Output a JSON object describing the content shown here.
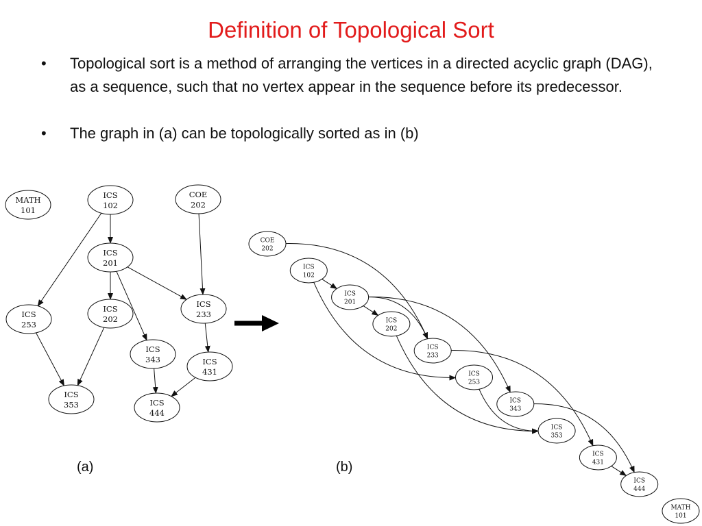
{
  "slide": {
    "title": "Definition of Topological Sort",
    "bullets": [
      "Topological sort is a method of arranging the vertices in a directed acyclic graph (DAG), as a sequence, such that no vertex appear in the sequence before its predecessor.",
      "The graph in (a) can be topologically sorted as in (b)"
    ]
  },
  "diagram": {
    "captions": {
      "a": "(a)",
      "b": "(b)"
    },
    "arrow_icon": "right-arrow-icon",
    "nodes": [
      {
        "id": "math101",
        "line1": "MATH",
        "line2": "101"
      },
      {
        "id": "ics102",
        "line1": "ICS",
        "line2": "102"
      },
      {
        "id": "coe202",
        "line1": "COE",
        "line2": "202"
      },
      {
        "id": "ics201",
        "line1": "ICS",
        "line2": "201"
      },
      {
        "id": "ics253",
        "line1": "ICS",
        "line2": "253"
      },
      {
        "id": "ics202",
        "line1": "ICS",
        "line2": "202"
      },
      {
        "id": "ics233",
        "line1": "ICS",
        "line2": "233"
      },
      {
        "id": "ics343",
        "line1": "ICS",
        "line2": "343"
      },
      {
        "id": "ics431",
        "line1": "ICS",
        "line2": "431"
      },
      {
        "id": "ics353",
        "line1": "ICS",
        "line2": "353"
      },
      {
        "id": "ics444",
        "line1": "ICS",
        "line2": "444"
      }
    ],
    "edges": [
      [
        "ics102",
        "ics201"
      ],
      [
        "ics102",
        "ics253"
      ],
      [
        "ics201",
        "ics202"
      ],
      [
        "ics201",
        "ics233"
      ],
      [
        "ics201",
        "ics343"
      ],
      [
        "coe202",
        "ics233"
      ],
      [
        "ics253",
        "ics353"
      ],
      [
        "ics202",
        "ics353"
      ],
      [
        "ics233",
        "ics431"
      ],
      [
        "ics343",
        "ics444"
      ],
      [
        "ics431",
        "ics444"
      ]
    ],
    "sorted_order": [
      "coe202",
      "ics102",
      "ics201",
      "ics202",
      "ics233",
      "ics253",
      "ics343",
      "ics353",
      "ics431",
      "ics444",
      "math101"
    ]
  }
}
